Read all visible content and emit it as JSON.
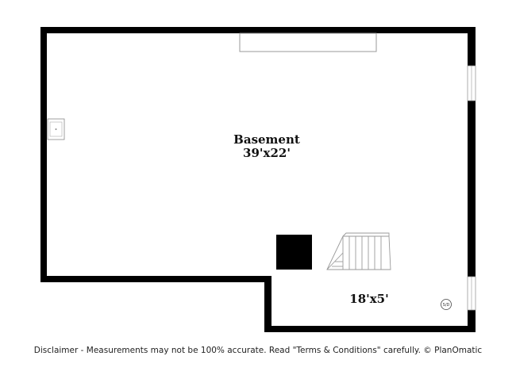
{
  "rooms": {
    "main": {
      "name": "Basement",
      "dimensions": "39'x22'"
    },
    "alcove": {
      "dimensions": "18'x5'"
    }
  },
  "fixtures": {
    "smoke_detector": "S/D"
  },
  "footer": {
    "disclaimer": "Disclaimer - Measurements may not be 100% accurate. Read \"Terms & Conditions\" carefully. © PlanOmatic"
  },
  "colors": {
    "wall": "#000000",
    "background": "#ffffff",
    "fixture_line": "#9a9a9a"
  }
}
